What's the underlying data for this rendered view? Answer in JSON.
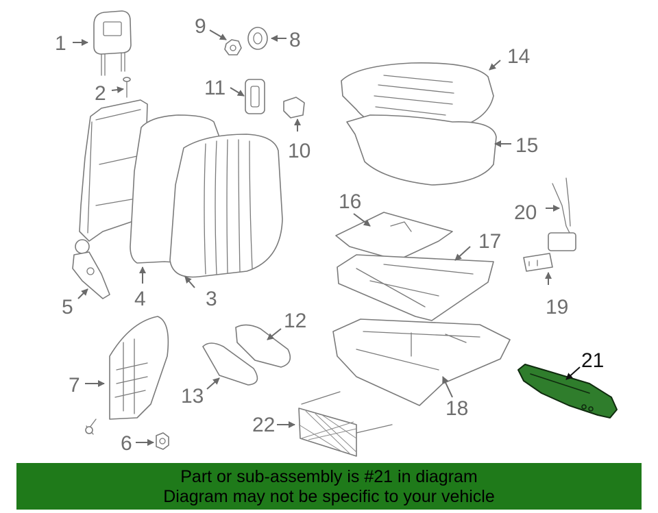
{
  "labels": {
    "p1": "1",
    "p2": "2",
    "p3": "3",
    "p4": "4",
    "p5": "5",
    "p6": "6",
    "p7": "7",
    "p8": "8",
    "p9": "9",
    "p10": "10",
    "p11": "11",
    "p12": "12",
    "p13": "13",
    "p14": "14",
    "p15": "15",
    "p16": "16",
    "p17": "17",
    "p18": "18",
    "p19": "19",
    "p20": "20",
    "p21": "21",
    "p22": "22"
  },
  "highlighted_part": "21",
  "colors": {
    "highlight": "#2f7d2c",
    "banner": "#1f7a1a"
  },
  "banner": {
    "line1": "Part or sub-assembly is #21 in diagram",
    "line2": "Diagram may not be specific to your vehicle"
  }
}
